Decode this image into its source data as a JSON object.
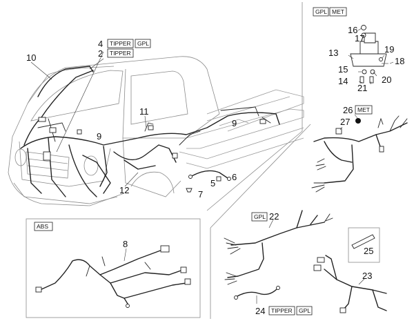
{
  "labels": {
    "p2": "2",
    "p4": "4",
    "p5": "5",
    "p6": "6",
    "p7": "7",
    "p8": "8",
    "p9a": "9",
    "p9b": "9",
    "p10": "10",
    "p11": "11",
    "p12": "12",
    "p13": "13",
    "p14": "14",
    "p15": "15",
    "p16": "16",
    "p17": "17",
    "p18": "18",
    "p19": "19",
    "p20": "20",
    "p21": "21",
    "p22": "22",
    "p23": "23",
    "p24": "24",
    "p25": "25",
    "p26": "26",
    "p27": "27"
  },
  "tags": {
    "tipper": "TIPPER",
    "gpl": "GPL",
    "met": "MET",
    "abs": "ABS"
  }
}
